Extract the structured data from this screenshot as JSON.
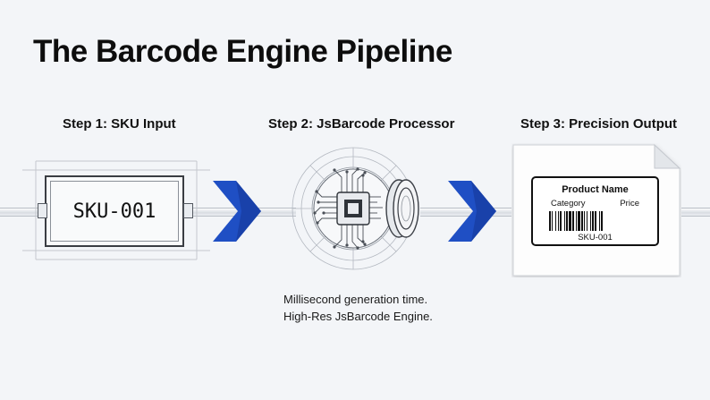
{
  "title": "The Barcode Engine Pipeline",
  "steps": [
    {
      "label": "Step 1: SKU Input"
    },
    {
      "label": "Step 2: JsBarcode Processor"
    },
    {
      "label": "Step 3: Precision Output"
    }
  ],
  "input": {
    "sku": "SKU-001"
  },
  "processor": {
    "description_line1": "Millisecond generation time.",
    "description_line2": "High-Res JsBarcode Engine."
  },
  "output_label": {
    "product_name": "Product Name",
    "category": "Category",
    "price": "Price",
    "sku": "SKU-001"
  },
  "colors": {
    "chevron": "#1f4fc4",
    "chevron_dark": "#16389a",
    "pipe": "#d9dde3",
    "background": "#f3f5f8"
  },
  "icons": [
    "chevron-right-icon",
    "cpu-chip-icon",
    "coin-icon",
    "barcode-icon"
  ]
}
